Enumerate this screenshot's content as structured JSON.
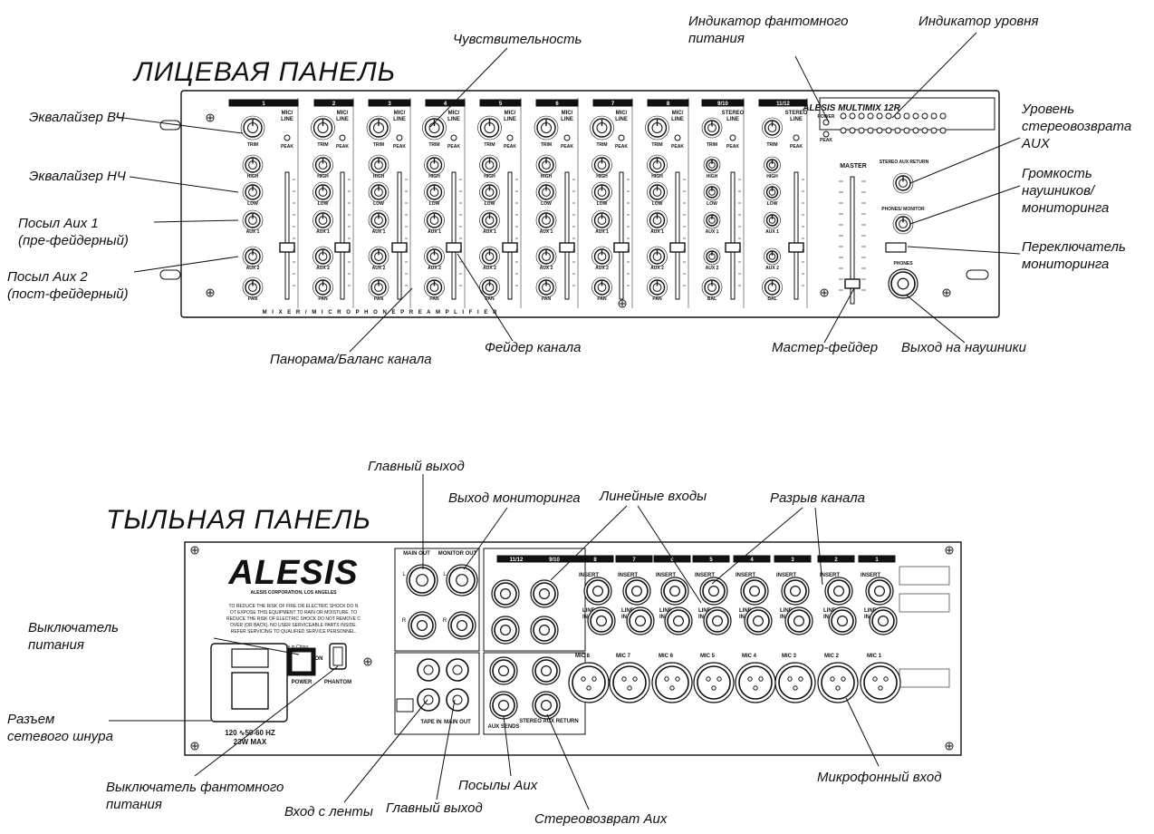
{
  "front_panel": {
    "title": "ЛИЦЕВАЯ ПАНЕЛЬ",
    "brand_logo": "ALESIS MULTIMIX 12R",
    "channels": [
      "1",
      "2",
      "3",
      "4",
      "5",
      "6",
      "7",
      "8",
      "9/10",
      "11/12"
    ],
    "channel_types": [
      "MIC/ LINE",
      "MIC/ LINE",
      "MIC/ LINE",
      "MIC/ LINE",
      "MIC/ LINE",
      "MIC/ LINE",
      "MIC/ LINE",
      "MIC/ LINE",
      "STEREO LINE",
      "STEREO LINE"
    ],
    "strip_labels": {
      "trim": "TRIM",
      "peak": "PEAK",
      "high": "HIGH",
      "low": "LOW",
      "aux1": "AUX 1",
      "aux2": "AUX 2",
      "pan": "PAN",
      "bal": "BAL"
    },
    "master_label": "MASTER",
    "power_label": "POWER",
    "peak_label": "PEAK",
    "stereo_aux_return_label": "STEREO AUX RETURN",
    "phones_monitor_label": "PHONES/ MONITOR",
    "phones_label": "PHONES",
    "model_strip": "M I X E R / M I C R O P H O N E   P R E A M P L I F I E R",
    "callouts": {
      "eq_high": "Эквалайзер ВЧ",
      "eq_low": "Эквалайзер НЧ",
      "aux1": "Посыл Aux 1\n(пре-фейдерный)",
      "aux2": "Посыл Aux 2\n(пост-фейдерный)",
      "sensitivity": "Чувствительность",
      "phantom_indicator": "Индикатор фантомного\nпитания",
      "level_indicator": "Индикатор уровня",
      "stereo_aux_return_level": "Уровень\nстереовозврата\nAUX",
      "headphone_volume": "Громкость\nнаушников/\nмониторинга",
      "monitor_switch": "Переключатель\nмониторинга",
      "pan_balance": "Панорама/Баланс канала",
      "channel_fader": "Фейдер канала",
      "master_fader": "Мастер-фейдер",
      "headphone_out": "Выход на наушники"
    }
  },
  "rear_panel": {
    "title": "ТЫЛЬНАЯ ПАНЕЛЬ",
    "logo": "ALESIS",
    "corp": "ALESIS CORPORATION, LOS ANGELES",
    "warning": "TO REDUCE THE RISK OF FIRE OR ELECTRIC SHOCK DO NOT EXPOSE THIS EQUIPMENT TO RAIN OR MOISTURE. TO REDUCE THE RISK OF ELECTRIC SHOCK DO NOT REMOVE COVER (OR BACK). NO USER SERVICEABLE PARTS INSIDE. REFER SERVICING TO QUALIFIED SERVICE PERSONNEL.",
    "made_in": "Made in China",
    "power_rating": "120 ∿50-60 HZ\n23W MAX",
    "power_label": "POWER",
    "on_label": "ON",
    "phantom_label": "PHANTOM",
    "main_out_label": "MAIN OUT",
    "monitor_out_label": "MONITOR OUT",
    "tape_in_label": "TAPE IN",
    "main_out_rca_label": "MAIN OUT",
    "aux_sends_label": "AUX SENDS",
    "stereo_aux_return_label": "STEREO AUX RETURN",
    "insert_label": "INSERT",
    "line_in_label": "LINE IN",
    "channel_headers": [
      "11/12",
      "9/10",
      "8",
      "7",
      "6",
      "5",
      "4",
      "3",
      "2",
      "1"
    ],
    "mic_labels": [
      "MIC 8",
      "MIC 7",
      "MIC 6",
      "MIC 5",
      "MIC 4",
      "MIC 3",
      "MIC 2",
      "MIC 1"
    ],
    "callouts": {
      "main_out_top": "Главный выход",
      "monitor_out": "Выход мониторинга",
      "line_inputs": "Линейные входы",
      "channel_insert": "Разрыв канала",
      "power_switch": "Выключатель\nпитания",
      "power_cord": "Разъем\nсетевого шнура",
      "phantom_switch": "Выключатель фантомного\nпитания",
      "tape_in": "Вход с ленты",
      "main_out_bottom": "Главный выход",
      "aux_sends": "Посылы Aux",
      "stereo_aux_return": "Стереовозврат Aux",
      "mic_input": "Микрофонный вход"
    }
  }
}
